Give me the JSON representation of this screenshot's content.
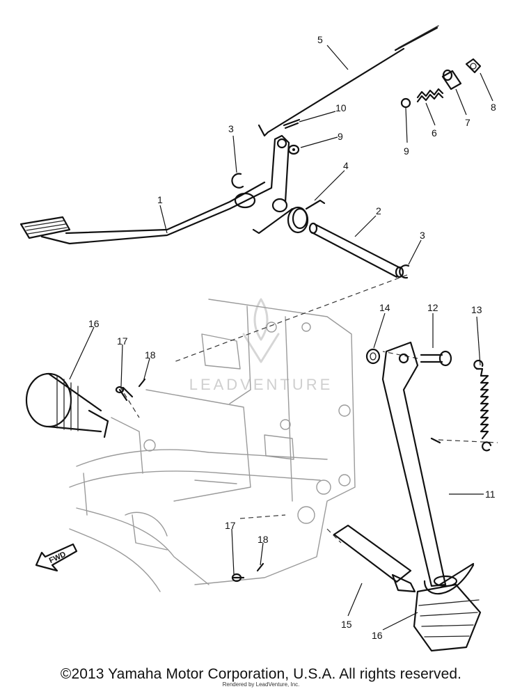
{
  "diagram": {
    "parts": [
      {
        "id": "1",
        "label": "1"
      },
      {
        "id": "2",
        "label": "2"
      },
      {
        "id": "3a",
        "label": "3"
      },
      {
        "id": "3b",
        "label": "3"
      },
      {
        "id": "4",
        "label": "4"
      },
      {
        "id": "5",
        "label": "5"
      },
      {
        "id": "6",
        "label": "6"
      },
      {
        "id": "7",
        "label": "7"
      },
      {
        "id": "8",
        "label": "8"
      },
      {
        "id": "9a",
        "label": "9"
      },
      {
        "id": "9b",
        "label": "9"
      },
      {
        "id": "10",
        "label": "10"
      },
      {
        "id": "11",
        "label": "11"
      },
      {
        "id": "12",
        "label": "12"
      },
      {
        "id": "13",
        "label": "13"
      },
      {
        "id": "14",
        "label": "14"
      },
      {
        "id": "15",
        "label": "15"
      },
      {
        "id": "16a",
        "label": "16"
      },
      {
        "id": "16b",
        "label": "16"
      },
      {
        "id": "17a",
        "label": "17"
      },
      {
        "id": "17b",
        "label": "17"
      },
      {
        "id": "18a",
        "label": "18"
      },
      {
        "id": "18b",
        "label": "18"
      }
    ],
    "fwd_label": "FWD",
    "watermark": "LEADVENTURE"
  },
  "footer": {
    "copyright": "©2013 Yamaha Motor Corporation, U.S.A. All rights reserved.",
    "rendered_by": "Rendered by LeadVenture, Inc."
  }
}
